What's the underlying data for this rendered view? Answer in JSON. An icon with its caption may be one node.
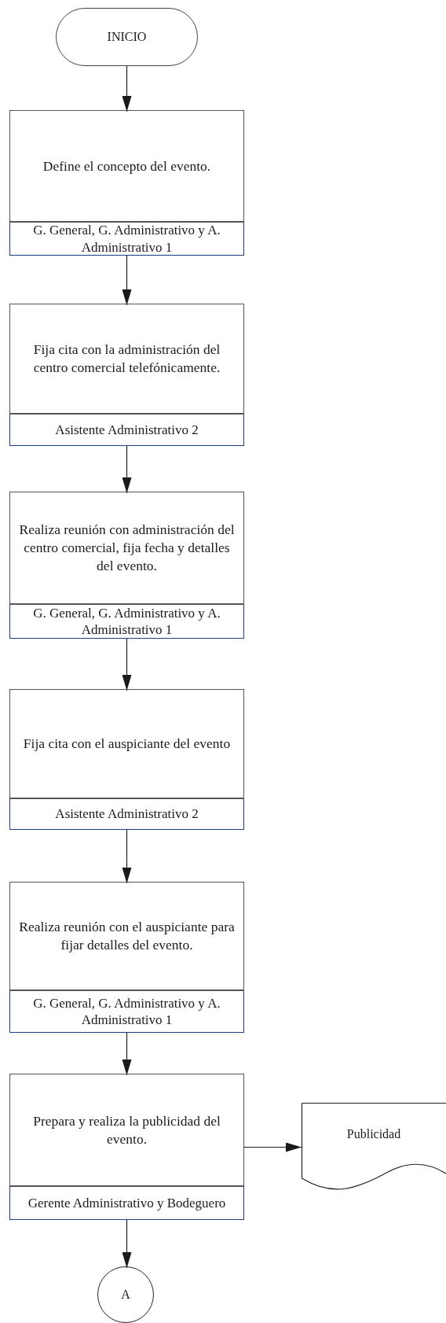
{
  "diagram": {
    "nodes": [
      {
        "text": [
          "INICIO"
        ]
      },
      {
        "text": [
          "Define el concepto del evento.",
          "G. General, G. Administrativo y A. Administrativo 1"
        ]
      },
      {
        "text": [
          "Fija cita con la administración del centro comercial telefónicamente.",
          "Asistente Administrativo 2"
        ]
      },
      {
        "text": [
          "Realiza reunión con administración del centro comercial, fija fecha y detalles del evento.",
          "G. General, G. Administrativo y A. Administrativo 1"
        ]
      },
      {
        "text": [
          "Fija cita con el auspiciante del evento",
          "Asistente Administrativo 2"
        ]
      },
      {
        "text": [
          "Realiza reunión con el auspiciante para fijar detalles del evento.",
          "G. General, G. Administrativo y A. Administrativo 1"
        ]
      },
      {
        "text": [
          "Prepara y realiza la publicidad del evento.",
          "Gerente Administrativo y Bodeguero"
        ]
      },
      {
        "text": [
          "Publicidad"
        ]
      },
      {
        "text": [
          "A"
        ]
      }
    ],
    "edges": [
      {
        "from": 0,
        "to": 1,
        "arrow": "to"
      },
      {
        "from": 1,
        "to": 2,
        "arrow": "to"
      },
      {
        "from": 2,
        "to": 3,
        "arrow": "to"
      },
      {
        "from": 3,
        "to": 4,
        "arrow": "to"
      },
      {
        "from": 4,
        "to": 5,
        "arrow": "to"
      },
      {
        "from": 5,
        "to": 6,
        "arrow": "to"
      },
      {
        "from": 6,
        "to": 7,
        "arrow": "to"
      },
      {
        "from": 6,
        "to": 8,
        "arrow": "to"
      }
    ]
  }
}
